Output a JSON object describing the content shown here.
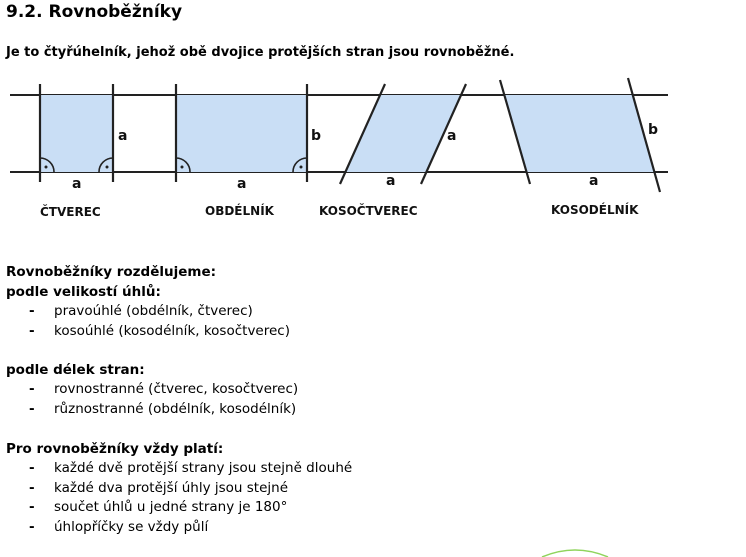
{
  "title": "9.2. Rovnoběžníky",
  "intro": "Je to čtyřúhelník, jehož obě dvojice protějších stran jsou rovnoběžné.",
  "figure": {
    "shapes": [
      {
        "caption": "ČTVEREC",
        "base_label": "a",
        "side_label": "a"
      },
      {
        "caption": "OBDÉLNÍK",
        "base_label": "a",
        "side_label": "b"
      },
      {
        "caption": "KOSOČTVEREC",
        "base_label": "a",
        "side_label": "a"
      },
      {
        "caption": "KOSODÉLNÍK",
        "base_label": "a",
        "side_label": "b"
      }
    ],
    "fill_color": "#c9def5",
    "green_accent": "#8fd45c"
  },
  "sections": [
    {
      "heading": "Rovnoběžníky rozdělujeme:",
      "heading2": "podle velikostí úhlů:",
      "items": [
        "pravoúhlé (obdélník, čtverec)",
        "kosoúhlé (kosodélník, kosočtverec)"
      ]
    },
    {
      "heading": "podle délek stran:",
      "items": [
        "rovnostranné (čtverec, kosočtverec)",
        "různostranné (obdélník, kosodélník)"
      ]
    },
    {
      "heading": "Pro rovnoběžníky vždy platí:",
      "items": [
        "každé dvě protější strany jsou stejně dlouhé",
        "každé dva protější úhly jsou stejné",
        "součet úhlů u jedné strany je 180°",
        "úhlopříčky se vždy půlí"
      ]
    }
  ]
}
